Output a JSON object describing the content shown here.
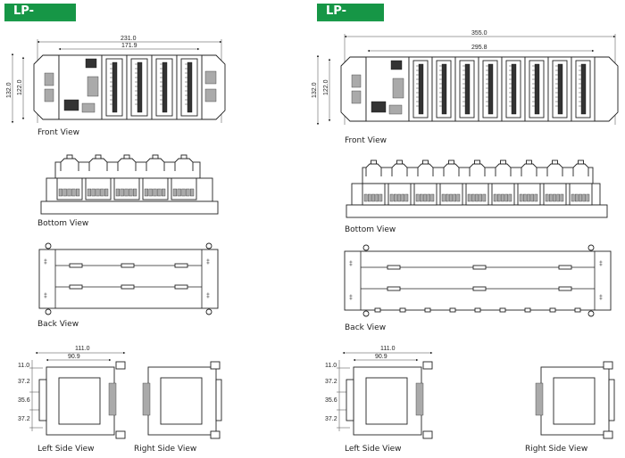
{
  "left_model": {
    "title": "LP- 8431",
    "views": {
      "front": "Front View",
      "bottom": "Bottom View",
      "back": "Back View",
      "left_side": "Left Side View",
      "right_side": "Right Side View"
    },
    "dims": {
      "width_total": "231.0",
      "width_inner": "171.9",
      "height_total": "132.0",
      "height_inner": "122.0",
      "side_depth": "111.0",
      "side_depth_inner": "90.9",
      "side_h1": "11.0",
      "side_h2": "37.2",
      "side_h3": "35.6",
      "side_h4": "37.2"
    },
    "io_slots": 4
  },
  "right_model": {
    "title": "LP- 8831",
    "views": {
      "front": "Front View",
      "bottom": "Bottom View",
      "back": "Back View",
      "left_side": "Left Side View",
      "right_side": "Right Side View"
    },
    "dims": {
      "width_total": "355.0",
      "width_inner": "295.8",
      "height_total": "132.0",
      "height_inner": "122.0",
      "side_depth": "111.0",
      "side_depth_inner": "90.9",
      "side_h1": "11.0",
      "side_h2": "37.2",
      "side_h3": "35.6",
      "side_h4": "37.2"
    },
    "io_slots": 8
  },
  "colors": {
    "header_bg": "#169646",
    "header_text": "#ffffff",
    "line": "#222222"
  }
}
